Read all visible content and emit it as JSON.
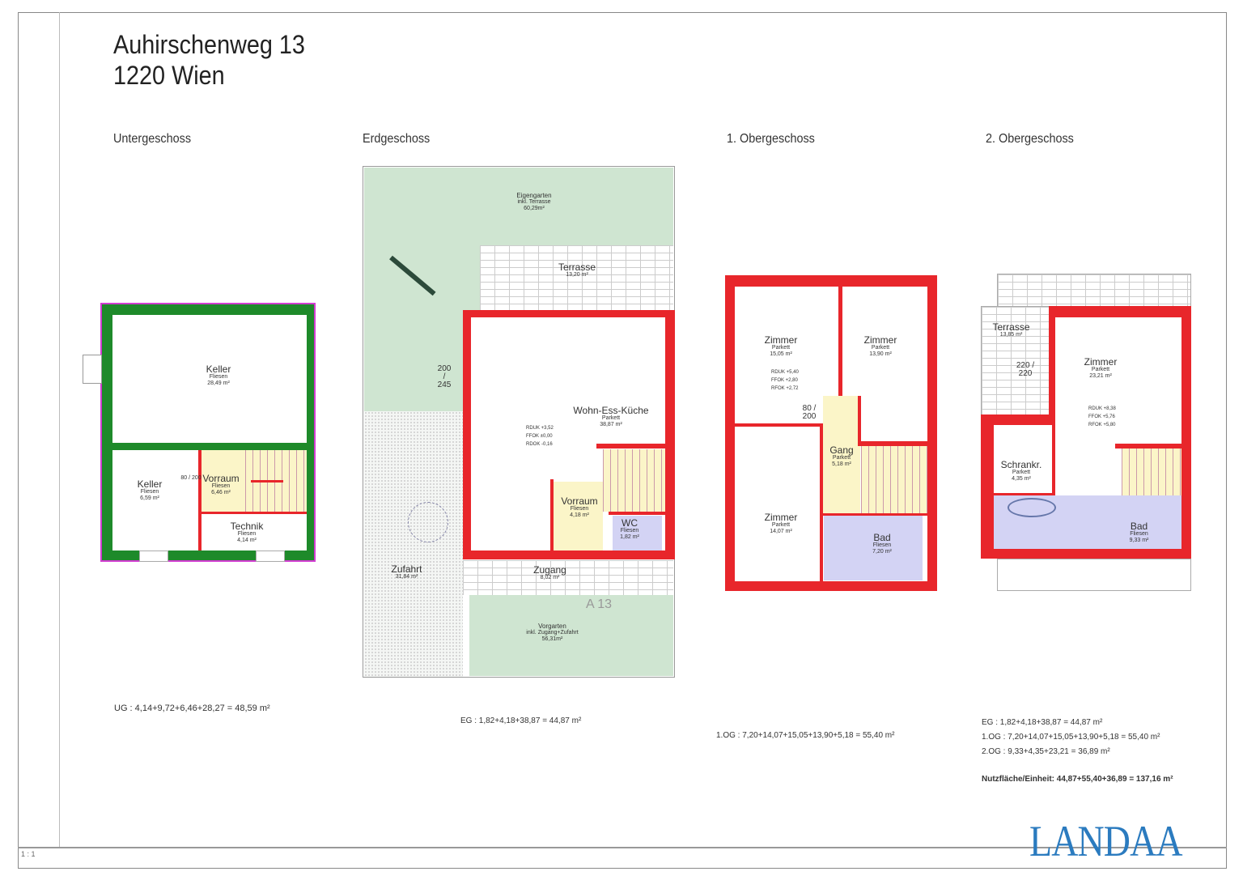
{
  "header": {
    "street": "Auhirschenweg 13",
    "city": "1220 Wien"
  },
  "floors": {
    "ug": {
      "label": "Untergeschoss",
      "rooms": [
        {
          "name": "Keller",
          "floor": "Fliesen",
          "area": "28,49 m²"
        },
        {
          "name": "Keller",
          "floor": "Fliesen",
          "area": "6,59 m²"
        },
        {
          "name": "Vorraum",
          "floor": "Fliesen",
          "area": "6,46 m²"
        },
        {
          "name": "Technik",
          "floor": "Fliesen",
          "area": "4,14 m²"
        }
      ],
      "door": "80 / 200",
      "summary": "UG : 4,14+9,72+6,46+28,27 = 48,59 m²"
    },
    "eg": {
      "label": "Erdgeschoss",
      "rooms": [
        {
          "name": "Eigengarten",
          "floor": "inkl. Terrasse",
          "area": "60,29m²"
        },
        {
          "name": "Terrasse",
          "area": "13,20 m²"
        },
        {
          "name": "Wohn-Ess-Küche",
          "floor": "Parkett",
          "area": "38,87 m²"
        },
        {
          "name": "Vorraum",
          "floor": "Fliesen",
          "area": "4,18 m²"
        },
        {
          "name": "WC",
          "floor": "Fliesen",
          "area": "1,82 m²"
        },
        {
          "name": "Zufahrt",
          "area": "31,84 m²"
        },
        {
          "name": "Zugang",
          "area": "8,02 m²"
        },
        {
          "name": "Vorgarten",
          "floor": "inkl. Zugang+Zufahrt",
          "area": "56,31m²"
        }
      ],
      "levels": [
        "RDUK +3,52",
        "FFOK ±0,00",
        "RDOK -0,16"
      ],
      "window": "200 / 245",
      "unit": "A 13",
      "summary": "EG : 1,82+4,18+38,87 = 44,87 m²"
    },
    "og1": {
      "label": "1. Obergeschoss",
      "rooms": [
        {
          "name": "Zimmer",
          "floor": "Parkett",
          "area": "15,05 m²"
        },
        {
          "name": "Zimmer",
          "floor": "Parkett",
          "area": "13,90 m²"
        },
        {
          "name": "Gang",
          "floor": "Parkett",
          "area": "5,18 m²"
        },
        {
          "name": "Zimmer",
          "floor": "Parkett",
          "area": "14,07 m²"
        },
        {
          "name": "Bad",
          "floor": "Fliesen",
          "area": "7,20 m²"
        }
      ],
      "levels": [
        "RDUK +5,40",
        "FFOK +2,80",
        "RFOK +2,72"
      ],
      "doors": "80 / 200",
      "summary": "1.OG : 7,20+14,07+15,05+13,90+5,18 = 55,40 m²"
    },
    "og2": {
      "label": "2. Obergeschoss",
      "rooms": [
        {
          "name": "Terrasse",
          "area": "13,85 m²"
        },
        {
          "name": "Zimmer",
          "floor": "Parkett",
          "area": "23,21 m²"
        },
        {
          "name": "Schrankr.",
          "floor": "Parkett",
          "area": "4,35 m²"
        },
        {
          "name": "Bad",
          "floor": "Fliesen",
          "area": "9,33 m²"
        }
      ],
      "levels": [
        "RDUK +8,38",
        "FFOK +5,76",
        "RFOK +5,80"
      ],
      "door": "220 / 220",
      "summary": [
        "EG : 1,82+4,18+38,87 = 44,87 m²",
        "1.OG : 7,20+14,07+15,05+13,90+5,18 = 55,40 m²",
        "2.OG : 9,33+4,35+23,21 = 36,89 m²"
      ],
      "total": "Nutzfläche/Einheit: 44,87+55,40+36,89 = 137,16 m²"
    }
  },
  "footer": {
    "scale": "1 : 1",
    "logo": "LANDAA"
  },
  "colors": {
    "wall": "#e8262b",
    "basement_wall": "#1e8a2a",
    "stairs": "#fbf5c8",
    "bath": "#d3d3f4",
    "garden": "#cfe5d1",
    "logo": "#2b7bbf"
  }
}
